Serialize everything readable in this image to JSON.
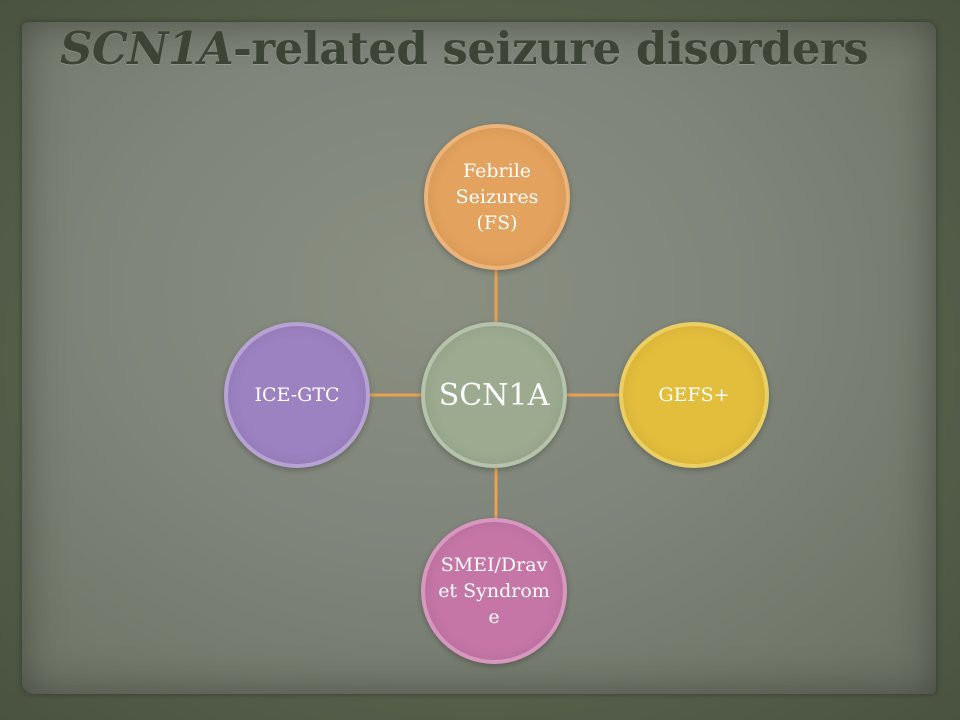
{
  "title": {
    "gene": "SCN1A",
    "rest": "-related seizure disorders"
  },
  "diagram": {
    "center": "SCN1A",
    "top": "Febrile Seizures (FS)",
    "right": "GEFS+",
    "bottom": "SMEI/Dravet Syndrome",
    "left": "ICE-GTC"
  },
  "colors": {
    "background": "#7f857a",
    "center": "#9cab8f",
    "top": "#e3a25d",
    "right": "#e3bd3c",
    "bottom": "#c576a7",
    "left": "#9c82c1",
    "connector": "#e9a04f",
    "title": "#3c4535"
  }
}
